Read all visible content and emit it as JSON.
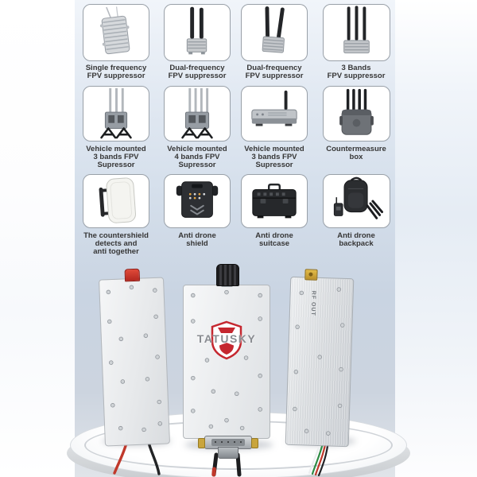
{
  "catalog": {
    "items": [
      {
        "name": "single-frequency-fpv-suppressor",
        "lines": [
          "Single frequency",
          "FPV suppressor"
        ]
      },
      {
        "name": "dual-frequency-fpv-suppressor-1",
        "lines": [
          "Dual-frequency",
          "FPV suppressor"
        ]
      },
      {
        "name": "dual-frequency-fpv-suppressor-2",
        "lines": [
          "Dual-frequency",
          "FPV suppressor"
        ]
      },
      {
        "name": "3-bands-fpv-suppressor",
        "lines": [
          "3 Bands",
          "FPV suppressor"
        ]
      },
      {
        "name": "vehicle-mounted-3-bands-fpv-supressor-1",
        "lines": [
          "Vehicle mounted",
          "3 bands FPV",
          "Supressor"
        ]
      },
      {
        "name": "vehicle-mounted-4-bands-fpv-supressor",
        "lines": [
          "Vehicle mounted",
          "4 bands FPV",
          "Supressor"
        ]
      },
      {
        "name": "vehicle-mounted-3-bands-fpv-supressor-2",
        "lines": [
          "Vehicle mounted",
          "3 bands FPV",
          "Supressor"
        ]
      },
      {
        "name": "countermeasure-box",
        "lines": [
          "Countermeasure",
          "box"
        ]
      },
      {
        "name": "countershield-detects-and-anti",
        "lines": [
          "The countershield",
          "detects and",
          "anti together"
        ]
      },
      {
        "name": "anti-drone-shield",
        "lines": [
          "Anti drone",
          "shield"
        ]
      },
      {
        "name": "anti-drone-suitcase",
        "lines": [
          "Anti drone",
          "suitcase"
        ]
      },
      {
        "name": "anti-drone-backpack",
        "lines": [
          "Anti drone",
          "backpack"
        ]
      }
    ]
  },
  "hero": {
    "brand": "TATUSKY",
    "rf_out_label": "RF OUT"
  },
  "colors": {
    "logo_red": "#c5272f",
    "logo_text_gray": "#898c91",
    "caption_text": "#363636",
    "scene_blue": "#c9d4e2",
    "card_border": "#99a0a8",
    "sma_gold": "#d4af3e",
    "connector_red": "#d3392c"
  }
}
